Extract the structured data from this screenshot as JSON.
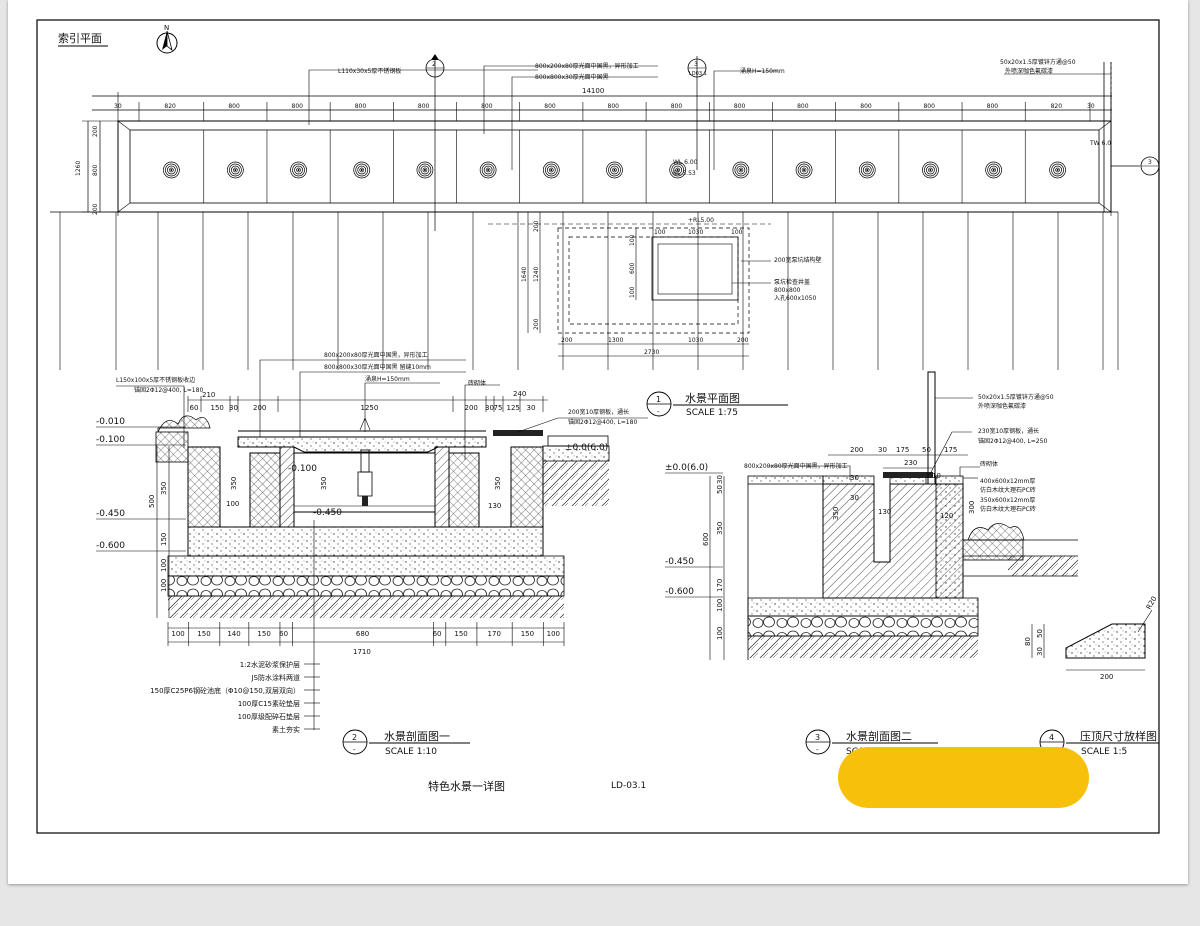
{
  "sheet": {
    "index_plan_label": "索引平面",
    "drawing_title": "特色水景一详图",
    "drawing_number": "LD-03.1"
  },
  "plan": {
    "total_dim": "14100",
    "segments": [
      "820",
      "800",
      "800",
      "800",
      "800",
      "800",
      "800",
      "800",
      "800",
      "800",
      "800",
      "800",
      "800",
      "800",
      "820"
    ],
    "end_seg": "30",
    "left_dims": [
      "200",
      "800",
      "200"
    ],
    "left_total": "1260",
    "callout_2": "2",
    "callout_3": "3",
    "callout_3_sub": "LD03.1",
    "callout_3_right": "3",
    "note_steel_plate": "L110x30x5厚不锈钢板",
    "note_granite_1": "800x200x80厚光面中国黑，异形加工",
    "note_granite_2": "800x800x30厚光面中国黑",
    "note_fountain": "涌泉H=150mm",
    "note_tube_1": "50x20x1.5厚镀锌方通@50",
    "note_tube_2": "外喷深咖色氟碳漆",
    "wl": "WL 6.00",
    "bl": "BL 5.53",
    "tw": "TW 6.0"
  },
  "pump": {
    "note_wall": "200宽泵坑结构壁",
    "note_pit_1": "泵坑检查井盖",
    "note_pit_2": "800x800",
    "note_pit_3": "入孔600x1050",
    "level": "+RL5.00",
    "bottom_dims": [
      "200",
      "1300",
      "1030",
      "200"
    ],
    "bottom_total": "2730",
    "top_dims": [
      "100",
      "1030",
      "100"
    ],
    "left_dims": [
      "200",
      "1240",
      "200"
    ],
    "left_total": "1640",
    "inner_dims": [
      "100",
      "600",
      "100"
    ]
  },
  "section1": {
    "note_a1": "L150x100x5厚不锈钢板收边",
    "note_a2": "锚固2Φ12@400, L=180",
    "note_b1": "800x200x80厚光面中国黑，异形加工",
    "note_b2": "800x800x30厚光面中国黑  留缝10mm",
    "note_fountain": "涌泉H=150mm",
    "note_masonry": "砖砌体",
    "note_r1": "200宽10厚钢板，通长",
    "note_r2": "锚固2Φ12@400, L=180",
    "levels": [
      "-0.010",
      "-0.100",
      "-0.450",
      "-0.600"
    ],
    "level_inner_1": "-0.100",
    "level_inner_2": "-0.450",
    "level_right": "±0.0(6.0)",
    "top_dims": [
      "60",
      "150",
      "30",
      "200",
      "1250",
      "200",
      "30",
      "75",
      "125",
      "30"
    ],
    "dim_210": "210",
    "dim_240": "240",
    "vert_dims": [
      "500",
      "350",
      "150",
      "100",
      "100"
    ],
    "inner_vert": [
      "350",
      "350",
      "350"
    ],
    "small_dims": [
      "100",
      "130"
    ],
    "bottom_dims": [
      "100",
      "150",
      "140",
      "150",
      "60",
      "680",
      "60",
      "150",
      "170",
      "150",
      "100"
    ],
    "bottom_total": "1710",
    "layers": [
      "1:2水泥砂浆保护层",
      "JS防水涂料两道",
      "150厚C25P6钢砼池底（Φ10@150,双层双向）",
      "100厚C15素砼垫层",
      "100厚级配碎石垫层",
      "素土夯实"
    ]
  },
  "section2": {
    "note_t1": "50x20x1.5厚镀锌方通@50",
    "note_t2": "外喷深咖色氟碳漆",
    "note_s1": "230宽10厚钢板，通长",
    "note_s2": "锚固2Φ12@400, L=250",
    "note_granite": "800x200x80厚光面中国黑，异形加工",
    "note_masonry": "砖砌体",
    "note_tile_1": "400x600x12mm厚",
    "note_tile_2": "仿白木纹大理石PC砖",
    "note_tile_3": "350x600x12mm厚",
    "note_tile_4": "仿白木纹大理石PC砖",
    "levels": [
      "±0.0(6.0)",
      "-0.450",
      "-0.600"
    ],
    "top_dims": [
      "200",
      "30",
      "175",
      "50",
      "175"
    ],
    "dim_230": "230",
    "vert_dims": [
      "30",
      "50",
      "350",
      "600",
      "170",
      "100",
      "100"
    ],
    "inner_dims": [
      "350",
      "30",
      "130",
      "120",
      "300"
    ],
    "small_dims": [
      "30",
      "10"
    ]
  },
  "section3": {
    "dims_v": [
      "80",
      "50",
      "30"
    ],
    "dim_h": "200",
    "radius": "R20"
  },
  "titles": [
    {
      "num": "1",
      "sub": "-",
      "name": "水景平面图",
      "scale": "SCALE 1:75"
    },
    {
      "num": "2",
      "sub": "-",
      "name": "水景剖面图一",
      "scale": "SCALE 1:10"
    },
    {
      "num": "3",
      "sub": "-",
      "name": "水景剖面图二",
      "scale": "SCALE 1:10"
    },
    {
      "num": "4",
      "sub": "-",
      "name": "压顶尺寸放样图",
      "scale": "SCALE 1:5"
    }
  ],
  "north_label": "N",
  "colors": {
    "page": "#e6e6e6",
    "sheet": "#ffffff",
    "ink": "#111111",
    "highlight": "#f7c00a"
  }
}
